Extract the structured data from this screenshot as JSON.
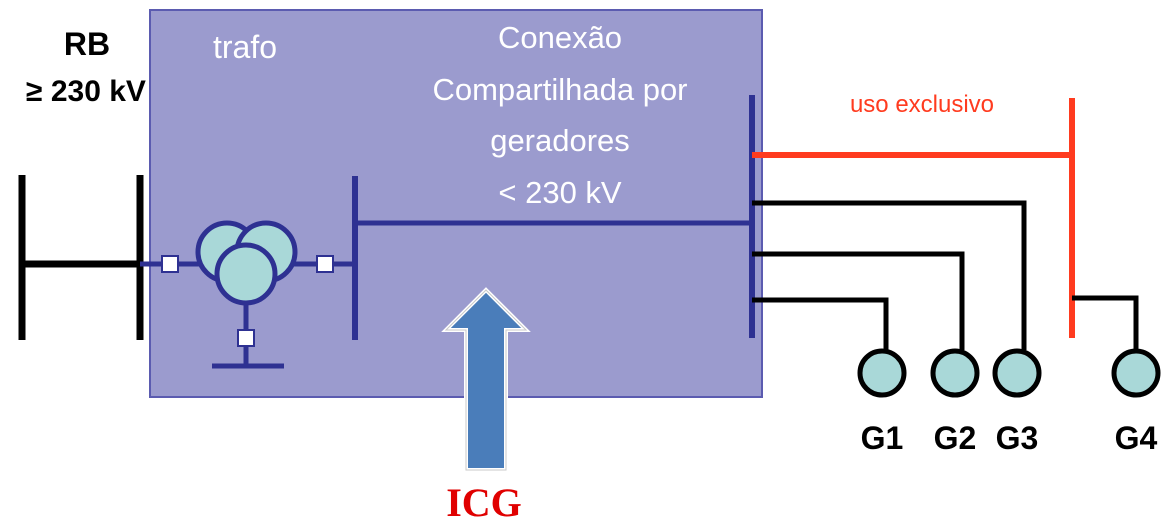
{
  "labels": {
    "rb": "RB",
    "rb_voltage": "≥ 230 kV",
    "trafo": "trafo",
    "shared_line1": "Conexão",
    "shared_line2": "Compartilhada por",
    "shared_line3": "geradores",
    "shared_line4": "< 230 kV",
    "exclusive_use": "uso exclusivo",
    "icg": "ICG"
  },
  "generators": [
    {
      "name": "G1"
    },
    {
      "name": "G2"
    },
    {
      "name": "G3"
    },
    {
      "name": "G4"
    }
  ],
  "colors": {
    "shared_box_fill": "#9B9BCE",
    "shared_box_border": "#5B5BB0",
    "bus_blue": "#2E3192",
    "line_black": "#000000",
    "exclusive_red": "#FF3B1F",
    "generator_fill": "#A9D8D8",
    "arrow_fill": "#4A7DBA",
    "icg_text": "#E00000",
    "exclusive_text": "#FF3B1F"
  },
  "icons": {
    "transformer": "three-winding-transformer-icon",
    "generator": "generator-circle-icon",
    "arrow": "up-arrow-icon"
  }
}
